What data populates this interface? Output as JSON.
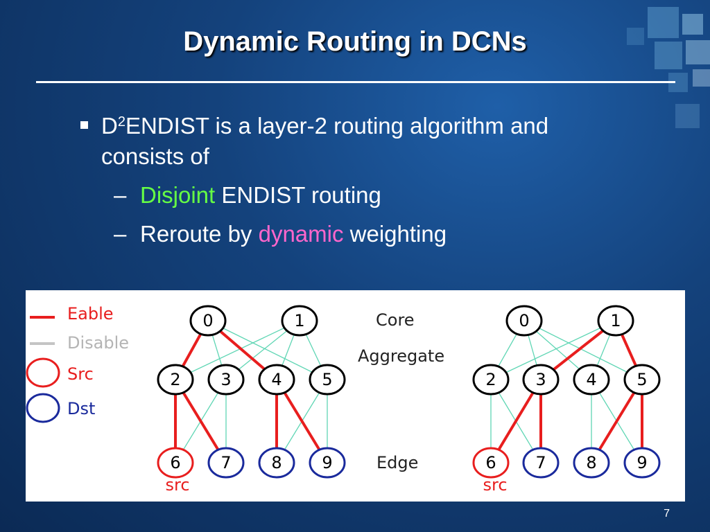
{
  "slide": {
    "title": "Dynamic Routing in DCNs",
    "page_number": "7"
  },
  "bullets": {
    "main_prefix": "D",
    "main_sup": "2",
    "main_line1_rest": "ENDIST is a layer-2 routing algorithm and",
    "main_line2": "consists of",
    "sub1_highlight": "Disjoint",
    "sub1_rest": " ENDIST routing",
    "sub2_before": "Reroute by ",
    "sub2_highlight": "dynamic",
    "sub2_after": " weighting"
  },
  "legend": {
    "enable": "Eable",
    "disable": "Disable",
    "src": "Src",
    "dst": "Dst"
  },
  "layers": {
    "core": "Core",
    "aggregate": "Aggregate",
    "edge": "Edge"
  },
  "src_label": "src",
  "nodes": {
    "n0": "0",
    "n1": "1",
    "n2": "2",
    "n3": "3",
    "n4": "4",
    "n5": "5",
    "n6": "6",
    "n7": "7",
    "n8": "8",
    "n9": "9"
  },
  "colors": {
    "enabled_link": "#e81e1e",
    "inactive_link": "#5fd6b4",
    "src_node": "#e81e1e",
    "dst_node": "#1a2a9c",
    "green_text": "#66ff44",
    "pink_text": "#ff66cc"
  }
}
